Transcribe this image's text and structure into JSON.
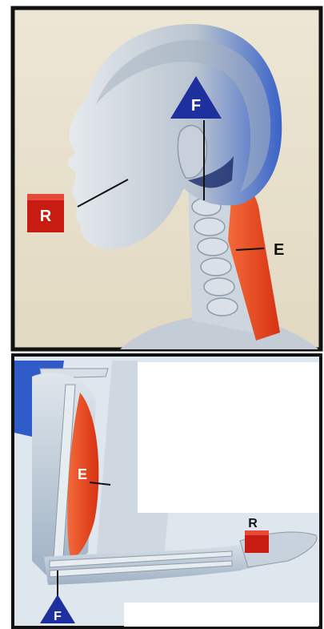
{
  "top_panel": {
    "label_fulcrum": "F",
    "label_resistance": "R",
    "label_effort": "E"
  },
  "bottom_panel": {
    "label_fulcrum": "F",
    "label_resistance": "R",
    "label_effort": "E"
  },
  "colors": {
    "frame": "#111111",
    "background": "#e8e0cc",
    "skin": "#c9d2dc",
    "muscle": "#e8421c",
    "fulcrum_marker": "#1e2f9e",
    "resistance_marker": "#c81c12"
  }
}
